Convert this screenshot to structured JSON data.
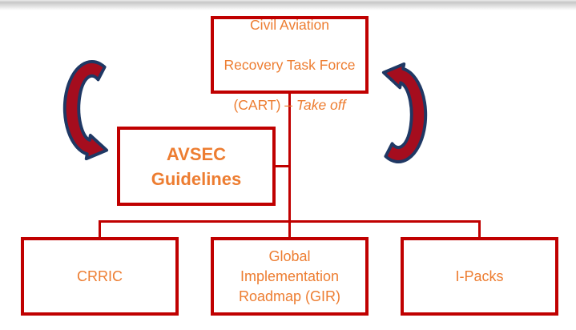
{
  "colors": {
    "box_border_red": "#C00000",
    "connector_red": "#C00000",
    "text_orange": "#ED7D31",
    "arrow_fill_dark_red": "#A50D1E",
    "arrow_outline_navy": "#1F3864",
    "top_bar_gray": "#C7C7C7"
  },
  "diagram": {
    "cart_box": {
      "line1": "Civil Aviation",
      "line2": "Recovery Task Force",
      "line3_prefix": "(CART) – ",
      "line3_italic": "Take off"
    },
    "avsec_box": {
      "label": "AVSEC\nGuidelines"
    },
    "crric_box": {
      "label": "CRRIC"
    },
    "gir_box": {
      "label": "Global\nImplementation\nRoadmap (GIR)"
    },
    "ipacks_box": {
      "label": "I-Packs"
    }
  }
}
